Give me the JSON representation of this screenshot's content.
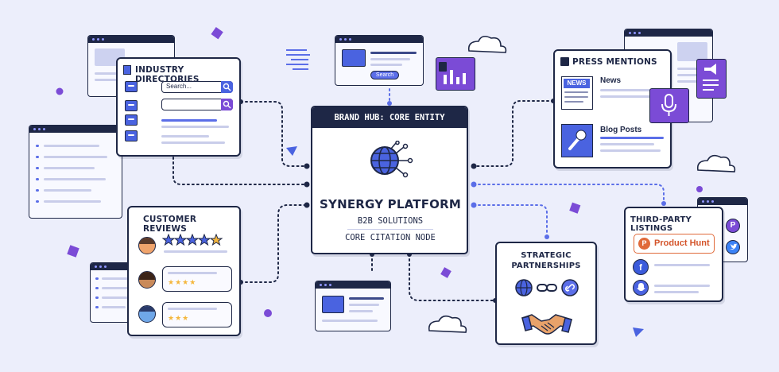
{
  "hub": {
    "header": "BRAND HUB: CORE ENTITY",
    "name": "SYNERGY PLATFORM",
    "line1": "B2B SOLUTIONS",
    "line2": "CORE CITATION NODE",
    "icon": "globe-network-icon"
  },
  "directories": {
    "title": "INDUSTRY DIRECTORIES",
    "search_placeholder": "Search...",
    "icon": "building-icon"
  },
  "reviews": {
    "title": "CUSTOMER REVIEWS",
    "rating_main": 5
  },
  "press": {
    "title": "PRESS MENTIONS",
    "news_badge": "NEWS",
    "news_label": "News",
    "blog_label": "Blog Posts",
    "icon": "newspaper-icon"
  },
  "listings": {
    "title": "THIRD-PARTY LISTINGS",
    "product_hunt": "Product Hunt",
    "ph_letter": "P"
  },
  "partnerships": {
    "title_line1": "STRATEGIC",
    "title_line2": "PARTNERSHIPS",
    "icon": "handshake-icon"
  },
  "search_window": {
    "button": "Search"
  },
  "colors": {
    "navy": "#1e2746",
    "blue": "#4a63e0",
    "purple": "#7b4bd6",
    "background": "#eceefb",
    "star": "#f4b63c",
    "product_hunt": "#d4542a"
  }
}
